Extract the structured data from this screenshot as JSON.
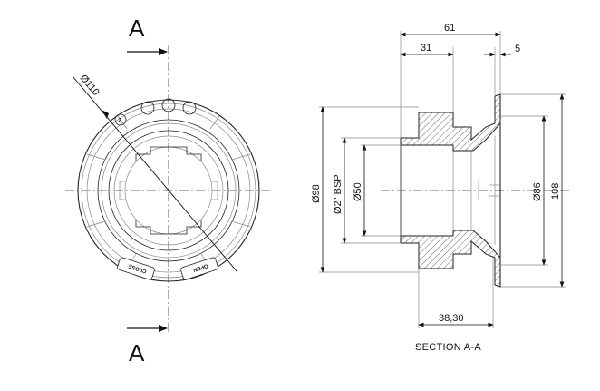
{
  "section_labels": {
    "top": "A",
    "bottom": "A"
  },
  "front_view": {
    "diameter_label": "Ø110",
    "rotation_marker": "2",
    "close_label": "CLOSE",
    "open_label": "OPEN"
  },
  "section_view": {
    "caption": "SECTION A-A",
    "dims": {
      "d61": "61",
      "d31": "31",
      "d5": "5",
      "d98": "Ø98",
      "d2bsp": "Ø2\" BSP",
      "d50": "Ø50",
      "d86": "Ø86",
      "d108": "108",
      "d3830": "38,30"
    }
  }
}
